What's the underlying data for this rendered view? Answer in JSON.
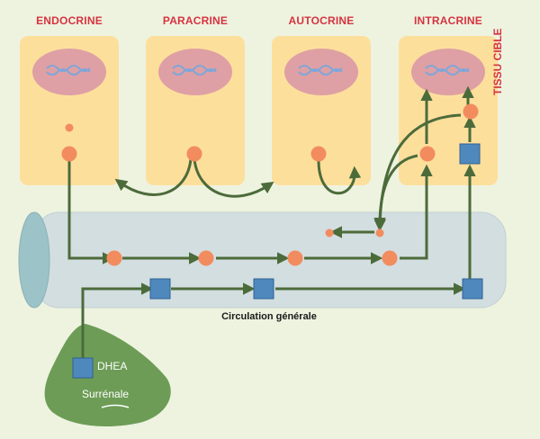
{
  "modes": [
    {
      "label": "ENDOCRINE"
    },
    {
      "label": "PARACRINE"
    },
    {
      "label": "AUTOCRINE"
    },
    {
      "label": "INTRACRINE"
    }
  ],
  "target_tissue_label": "TISSU CIBLE",
  "circulation_label": "Circulation générale",
  "dhea_label": "DHEA",
  "adrenal_label": "Surrénale",
  "colors": {
    "background": "#eef3e0",
    "cell": "#fddf9c",
    "nucleus": "#dea0a4",
    "hormone": "#f28c5f",
    "dhea_square": "#4f88bd",
    "arrow": "#4c6b3a",
    "vessel": "#d3dee0",
    "adrenal": "#6d9c56",
    "title": "#d63340"
  }
}
